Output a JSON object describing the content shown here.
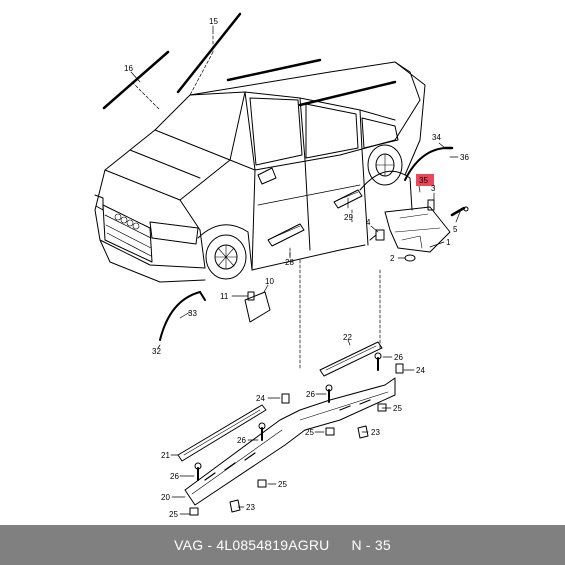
{
  "colors": {
    "footer_bg": "#808080",
    "footer_text": "#ffffff",
    "highlight": "#e8485a",
    "ink": "#000000"
  },
  "footer": {
    "brand": "VAG",
    "separator": " - ",
    "part_number": "4L0854819AGRU",
    "position_label": "N - 35"
  },
  "labels": [
    {
      "id": "l15",
      "text": "15"
    },
    {
      "id": "l16",
      "text": "16"
    },
    {
      "id": "l34",
      "text": "34"
    },
    {
      "id": "l36",
      "text": "36"
    },
    {
      "id": "l35",
      "text": "35"
    },
    {
      "id": "l3",
      "text": "3"
    },
    {
      "id": "l29",
      "text": "29"
    },
    {
      "id": "l4",
      "text": "4"
    },
    {
      "id": "l5",
      "text": "5"
    },
    {
      "id": "l2",
      "text": "2"
    },
    {
      "id": "l1",
      "text": "1"
    },
    {
      "id": "l28",
      "text": "28"
    },
    {
      "id": "l11",
      "text": "11"
    },
    {
      "id": "l10",
      "text": "10"
    },
    {
      "id": "l33",
      "text": "33"
    },
    {
      "id": "l32",
      "text": "32"
    },
    {
      "id": "l22",
      "text": "22"
    },
    {
      "id": "l26a",
      "text": "26"
    },
    {
      "id": "l24a",
      "text": "24"
    },
    {
      "id": "l26b",
      "text": "26"
    },
    {
      "id": "l25a",
      "text": "25"
    },
    {
      "id": "l24b",
      "text": "24"
    },
    {
      "id": "l25b",
      "text": "25"
    },
    {
      "id": "l23a",
      "text": "23"
    },
    {
      "id": "l26c",
      "text": "26"
    },
    {
      "id": "l21",
      "text": "21"
    },
    {
      "id": "l26d",
      "text": "26"
    },
    {
      "id": "l25c",
      "text": "25"
    },
    {
      "id": "l20",
      "text": "20"
    },
    {
      "id": "l23b",
      "text": "23"
    },
    {
      "id": "l25d",
      "text": "25"
    }
  ]
}
